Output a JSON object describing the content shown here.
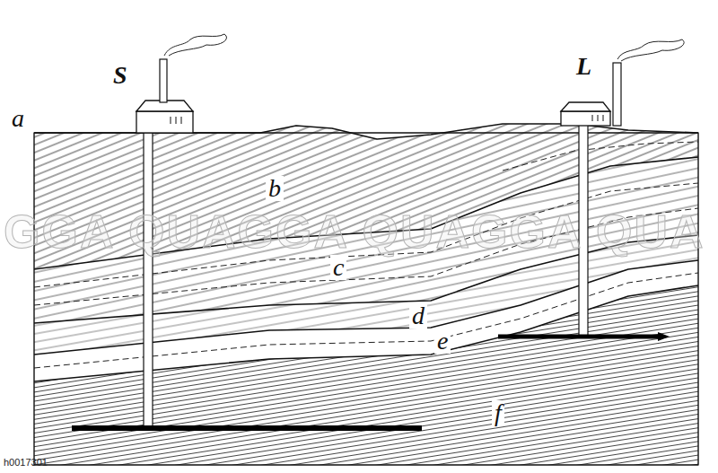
{
  "diagram": {
    "labels": [
      "S",
      "L",
      "a",
      "b",
      "c",
      "d",
      "e",
      "f",
      "GGA QUAGGA QUAGGA QUA",
      "h0017301"
    ]
  }
}
